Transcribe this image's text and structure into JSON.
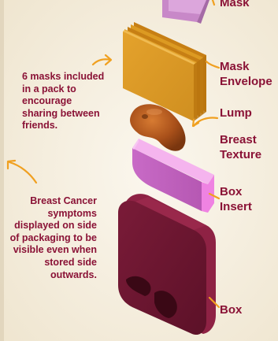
{
  "labels": {
    "mask": "Mask",
    "mask_envelope": [
      "Mask",
      "Envelope"
    ],
    "lump": "Lump",
    "breast_texture": [
      "Breast",
      "Texture"
    ],
    "box_insert": [
      "Box",
      "Insert"
    ],
    "box": "Box"
  },
  "notes": {
    "masks_included": [
      "6 masks included",
      "in a pack to",
      "encourage",
      "sharing between",
      "friends."
    ],
    "symptoms": [
      "Breast Cancer",
      "symptoms",
      "displayed on side",
      "of packaging to be",
      "visible even when",
      "stored side",
      "outwards."
    ]
  },
  "colors": {
    "label_text": "#8a1236",
    "arrow": "#f0a020",
    "envelope": "#e8a52a",
    "insert": "#ef7ce0",
    "box": "#6e1630",
    "mask_top": "#d79ad8",
    "lump": "#b0551a",
    "background": "#f6efdf"
  }
}
